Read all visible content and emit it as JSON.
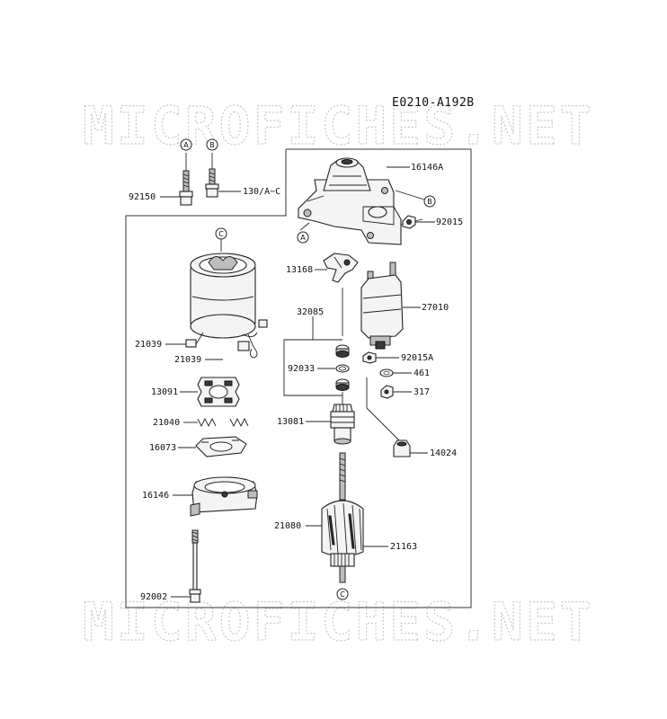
{
  "diagram_code": "E0210-A192B",
  "watermark": "MICROFICHES.NET",
  "ref_letters": {
    "a": "A",
    "b": "B",
    "c": "C"
  },
  "parts": {
    "p92150": "92150",
    "p130": "130/A~C",
    "p16146A": "16146A",
    "p92015": "92015",
    "p13168": "13168",
    "p32085": "32085",
    "p27010": "27010",
    "p21039a": "21039",
    "p21039b": "21039",
    "p92033": "92033",
    "p92015A": "92015A",
    "p461": "461",
    "p13091": "13091",
    "p317": "317",
    "p21040": "21040",
    "p13081": "13081",
    "p14024": "14024",
    "p16073": "16073",
    "p16146": "16146",
    "p21080": "21080",
    "p21163": "21163",
    "p92002": "92002"
  }
}
